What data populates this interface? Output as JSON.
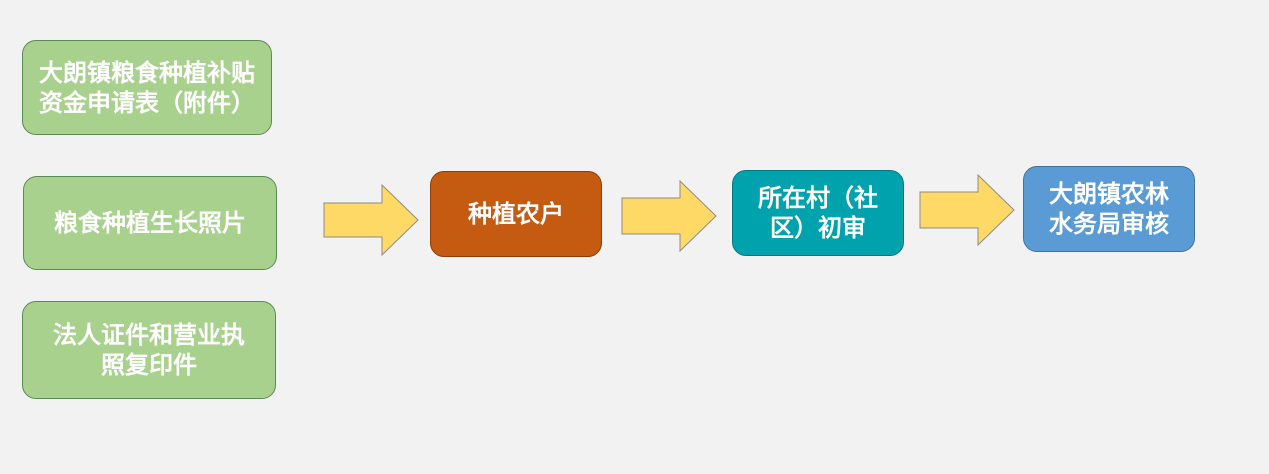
{
  "documents": [
    {
      "label": "大朗镇粮食种植补贴资金申请表（附件）"
    },
    {
      "label": "粮食种植生长照片"
    },
    {
      "label": "法人证件和营业执照复印件"
    }
  ],
  "steps": [
    {
      "label": "种植农户"
    },
    {
      "label": "所在村（社区）初审"
    },
    {
      "label": "大朗镇农林水务局审核"
    }
  ],
  "colors": {
    "background": "#f2f2f2",
    "document_box": "#a9d18e",
    "farmer_box": "#c55a11",
    "village_box": "#00a3ad",
    "bureau_box": "#5b9bd5",
    "arrow_fill": "#ffd966"
  }
}
